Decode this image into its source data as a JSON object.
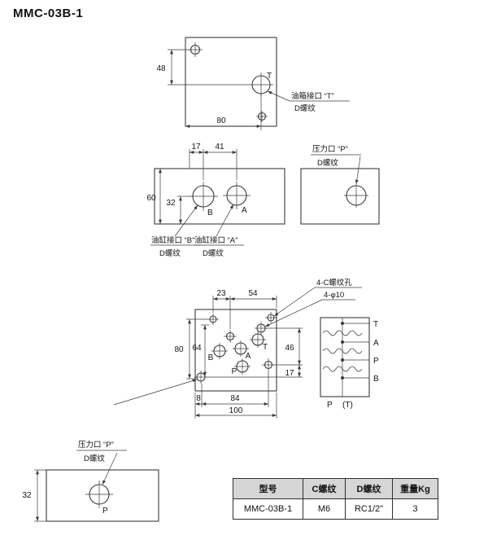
{
  "colors": {
    "line": "#3b3b3b",
    "text": "#141414",
    "table_header_bg": "#d6d6d6"
  },
  "title": "MMC-03B-1",
  "top_view": {
    "dim_48": "48",
    "dim_80": "80",
    "port_t": "T",
    "callout_line1": "油箱接口 “T”",
    "callout_line2": "D螺纹"
  },
  "front_view": {
    "dim_17": "17",
    "dim_41": "41",
    "dim_60": "60",
    "dim_32": "32",
    "port_b": "B",
    "port_a": "A",
    "callout_b_line1": "油缸接口 “B”",
    "callout_b_line2": "D螺纹",
    "callout_a_line1": "油缸接口 “A”",
    "callout_a_line2": "D螺纹"
  },
  "side_view": {
    "callout_line1": "压力口 “P”",
    "callout_line2": "D螺纹"
  },
  "pattern_view": {
    "dim_23": "23",
    "dim_54": "54",
    "dim_80": "80",
    "dim_64": "64",
    "dim_46": "46",
    "dim_17": "17",
    "dim_8": "8",
    "dim_84": "84",
    "dim_100": "100",
    "callout_screw_holes": "4-C螺纹孔",
    "callout_through_holes": "4-φ10",
    "port_b": "B",
    "port_a": "A",
    "port_t": "T",
    "port_p": "P"
  },
  "symbol": {
    "port_t": "T",
    "port_a": "A",
    "port_p": "P",
    "port_b": "B",
    "bottom_left": "P",
    "bottom_right": "(T)"
  },
  "p_view": {
    "dim_32": "32",
    "port_p": "P",
    "callout_line1": "压力口 “P”",
    "callout_line2": "D螺纹"
  },
  "table": {
    "headers": [
      "型号",
      "C螺纹",
      "D螺纹",
      "重量Kg"
    ],
    "row": [
      "MMC-03B-1",
      "M6",
      "RC1/2\"",
      "3"
    ]
  }
}
